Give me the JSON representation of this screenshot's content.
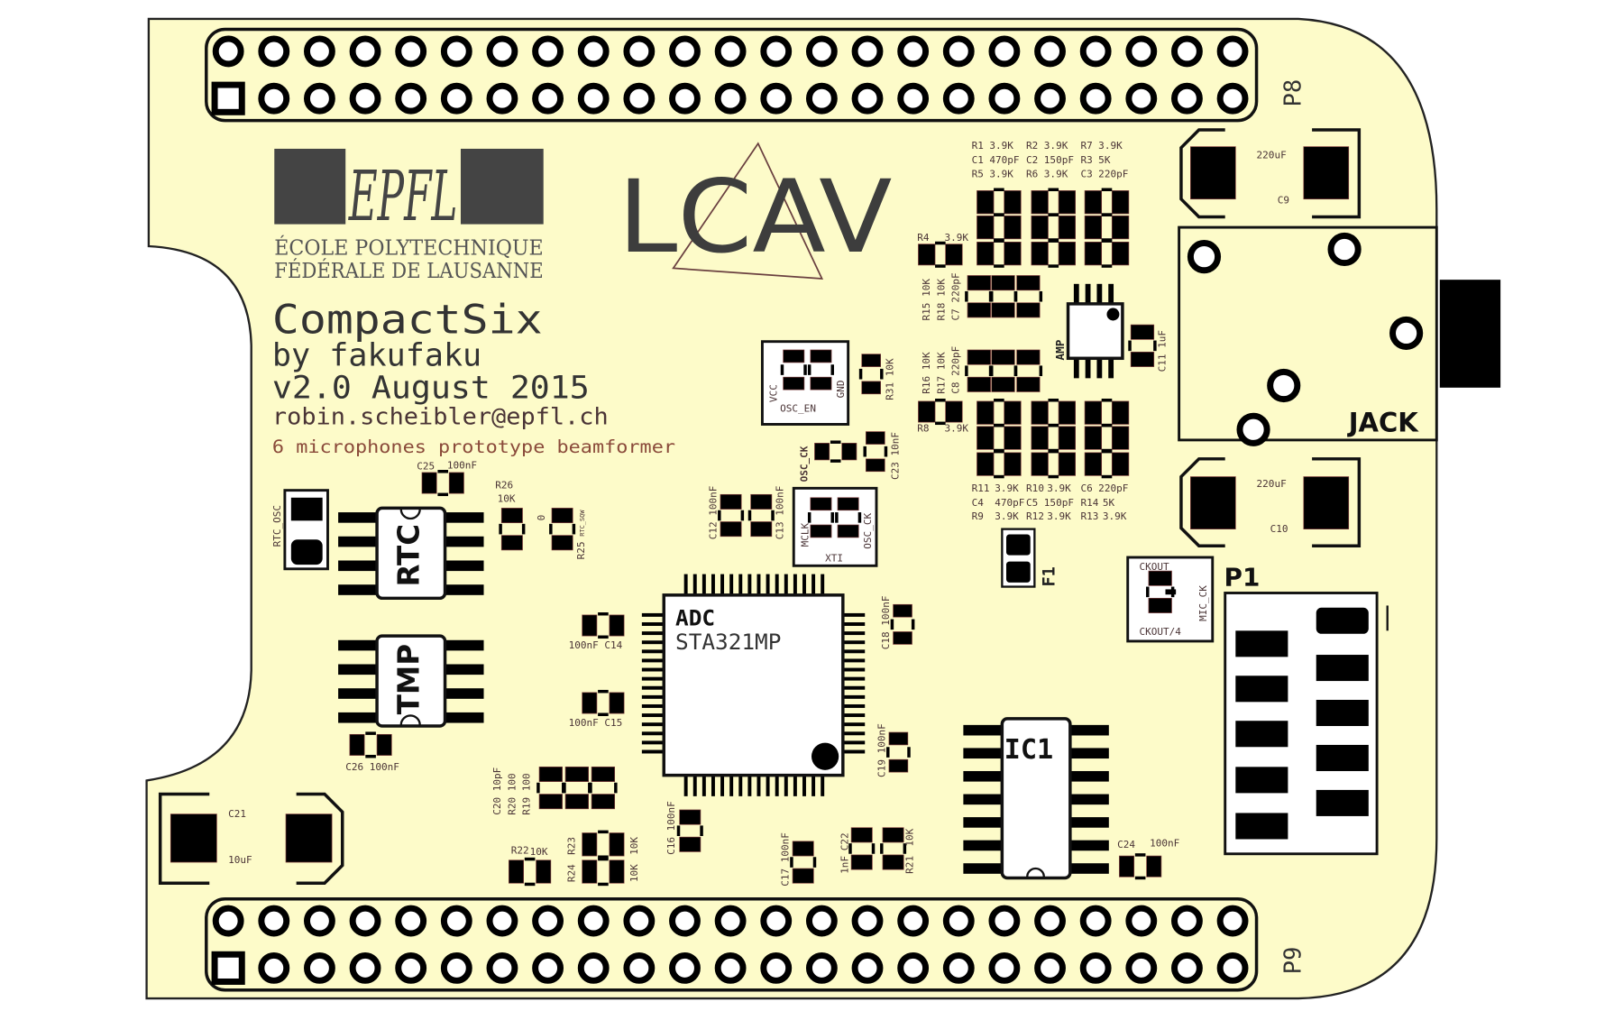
{
  "board": {
    "colors": {
      "board": "#fdfbc9",
      "copper": "#000000",
      "silk": "#4a3436",
      "outline": "#222222"
    },
    "headers": {
      "top": "P8",
      "bottom": "P9"
    },
    "logos": {
      "epfl": "EPFL",
      "epfl_line1": "ÉCOLE POLYTECHNIQUE",
      "epfl_line2": "FÉDÉRALE DE LAUSANNE",
      "lcav": "LCAV"
    },
    "title": {
      "name": "CompactSix",
      "author": "by fakufaku",
      "version": "v2.0 August 2015",
      "email": "robin.scheibler@epfl.ch",
      "subtitle": "6 microphones prototype beamformer"
    }
  },
  "labels": {
    "r1": "R1",
    "r1v": "3.9K",
    "r2": "R2",
    "r2v": "3.9K",
    "r7": "R7",
    "r7v": "3.9K",
    "c1": "C1",
    "c1v": "470pF",
    "c2": "C2",
    "c2v": "150pF",
    "r3": "R3",
    "r3v": "5K",
    "r5": "R5",
    "r5v": "3.9K",
    "r6": "R6",
    "r6v": "3.9K",
    "c3": "C3",
    "c3v": "220pF",
    "r4": "R4",
    "r4v": "3.9K",
    "r15": "R15 10K",
    "r18": "R18 10K",
    "c7": "C7 220pF",
    "r16": "R16 10K",
    "r17": "R17 10K",
    "c8": "C8 220pF",
    "r8": "R8",
    "r8v": "3.9K",
    "amp": "AMP",
    "c11": "C11 1uF",
    "r11": "R11",
    "r11v": "3.9K",
    "r10": "R10",
    "r10v": "3.9K",
    "c6": "C6",
    "c6v": "220pF",
    "c4": "C4",
    "c4v": "470pF",
    "c5": "C5",
    "c5v": "150pF",
    "r14": "R14",
    "r14v": "5K",
    "r9": "R9",
    "r9v": "3.9K",
    "r12": "R12",
    "r12v": "3.9K",
    "r13": "R13",
    "r13v": "3.9K",
    "c9v": "220uF",
    "c9": "C9",
    "c10v": "220uF",
    "c10": "C10",
    "jack": "JACK",
    "f1": "F1",
    "ckout": "CKOUT",
    "ckout4": "CKOUT/4",
    "mic_ck": "MIC_CK",
    "p1": "P1",
    "vcc": "VCC",
    "gnd": "GND",
    "osc_en": "OSC_EN",
    "r31": "R31 10K",
    "osc_ck": "OSC_CK",
    "c23": "C23 10nF",
    "mclk": "MCLK",
    "osc_ck2": "OSC_CK",
    "xti": "XTI",
    "c12": "C12 100nF",
    "c13": "C13 100nF",
    "adc": "ADC",
    "adc_part": "STA321MP",
    "c14": "100nF C14",
    "c15": "100nF C15",
    "c18": "C18 100nF",
    "c19": "C19 100nF",
    "rtc": "RTC",
    "rtc_osc": "RTC_OSC",
    "tmp": "TMP",
    "c25": "C25",
    "c25v": "100nF",
    "r26": "R26",
    "r26v": "10K",
    "r25v": "0",
    "r25": "R25",
    "rtc_sqw": "RTC_SQW",
    "c26": "C26 100nF",
    "c20": "C20 10pF",
    "r20": "R20 100",
    "r19": "R19 100",
    "r22": "R22",
    "r22v": "10K",
    "r23": "R23",
    "r23v": "10K",
    "r24": "R24",
    "r24v": "10K",
    "c16": "C16 100nF",
    "c17": "C17 100nF",
    "c22": "C22",
    "c22v": "1nF",
    "r21": "R21",
    "r21v": "10K",
    "ic1": "IC1",
    "c24": "C24",
    "c24v": "100nF",
    "c21": "C21",
    "c21v": "10uF"
  }
}
